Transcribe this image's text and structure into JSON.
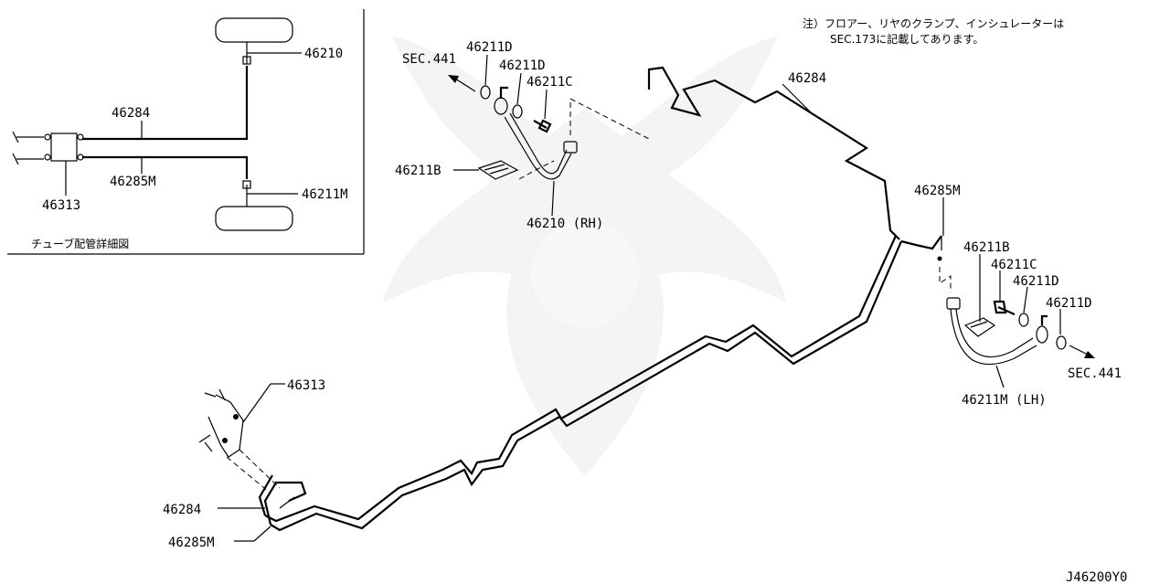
{
  "note": {
    "line1": "注）フロアー、リヤのクランプ、インシュレーターは",
    "line2": "SEC.173に記載してあります。"
  },
  "inset": {
    "caption": "チューブ配管詳細図",
    "labels": {
      "rh_hose": "46210",
      "tube_upper": "46284",
      "tube_lower": "46285M",
      "connector": "46313",
      "lh_hose": "46211M"
    }
  },
  "rh_assembly": {
    "sec_ref": "SEC.441",
    "washer_outer": "46211D",
    "washer_inner": "46211D",
    "bolt": "46211C",
    "clip": "46211B",
    "hose": "46210 (RH)"
  },
  "main_lines": {
    "upper_tube": "46284",
    "lower_tube_top": "46285M",
    "connector": "46313",
    "front_upper": "46284",
    "front_lower": "46285M"
  },
  "lh_assembly": {
    "clip": "46211B",
    "bolt": "46211C",
    "washer_inner": "46211D",
    "washer_outer": "46211D",
    "sec_ref": "SEC.441",
    "hose": "46211M (LH)"
  },
  "diagram_code": "J46200Y0"
}
